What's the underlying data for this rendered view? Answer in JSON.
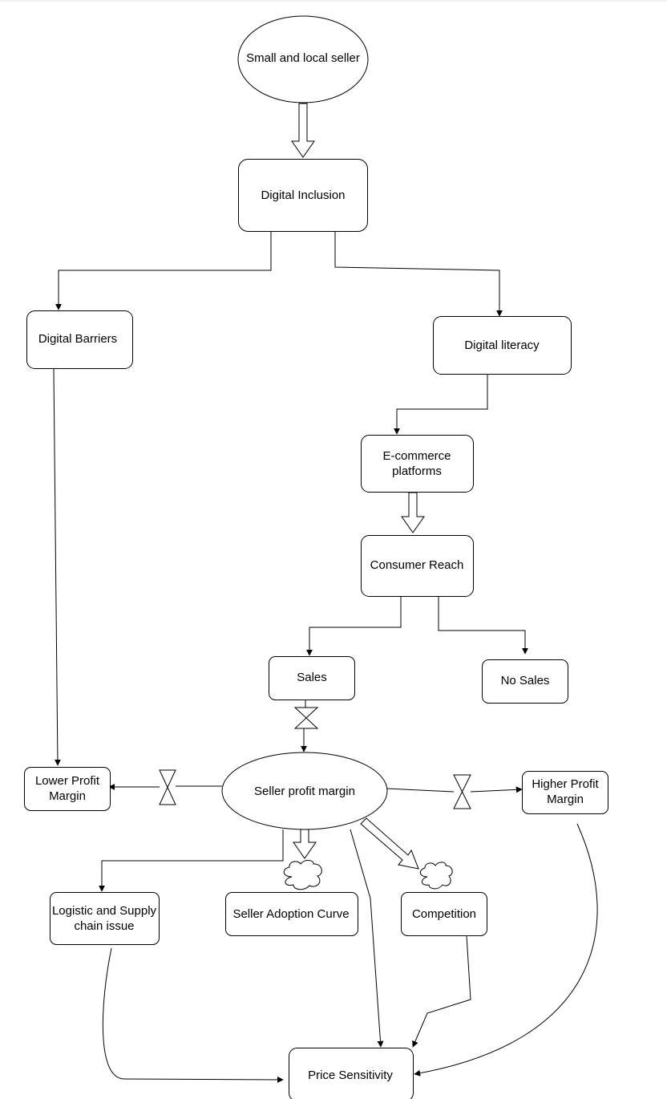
{
  "nodes": {
    "small_local_seller": "Small and local seller",
    "digital_inclusion": "Digital Inclusion",
    "digital_barriers": "Digital Barriers",
    "digital_literacy": "Digital literacy",
    "ecommerce_platforms": [
      "E-commerce",
      "platforms"
    ],
    "consumer_reach": "Consumer Reach",
    "sales": "Sales",
    "no_sales": "No Sales",
    "seller_profit_margin": "Seller profit margin",
    "lower_profit_margin": [
      "Lower Profit",
      "Margin"
    ],
    "higher_profit_margin": [
      "Higher Profit",
      "Margin"
    ],
    "logistic_supply": [
      "Logistic and Supply",
      "chain issue"
    ],
    "seller_adoption_curve": "Seller Adoption Curve",
    "competition": "Competition",
    "price_sensitivity": "Price Sensitivity"
  }
}
